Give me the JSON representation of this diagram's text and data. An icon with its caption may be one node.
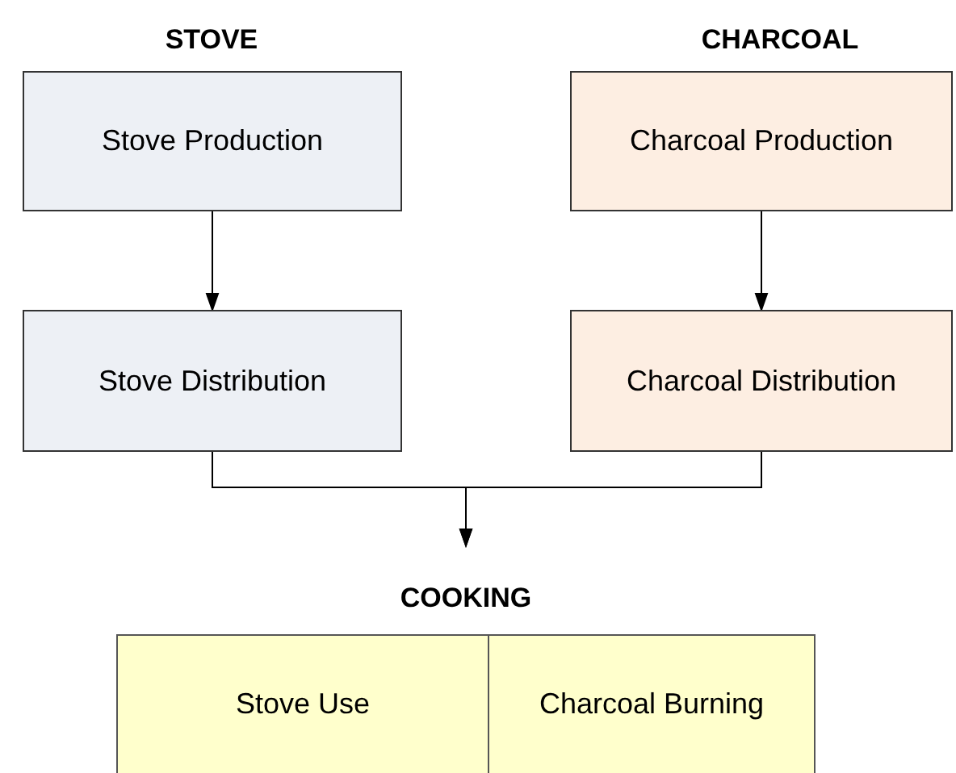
{
  "diagram": {
    "nodes": [
      {
        "text": [
          "Stove Production"
        ]
      },
      {
        "text": [
          "Stove Distribution"
        ]
      },
      {
        "text": [
          "Charcoal Production"
        ]
      },
      {
        "text": [
          "Charcoal Distribution"
        ]
      },
      {
        "text": [
          "COOKING"
        ]
      },
      {
        "text": [
          "Stove Use"
        ],
        "in": 4
      },
      {
        "text": [
          "Charcoal Burning"
        ],
        "in": 4
      }
    ],
    "edges": [
      {
        "from": 0,
        "to": 1,
        "arrow": "to"
      },
      {
        "from": 2,
        "to": 3,
        "arrow": "to"
      },
      {
        "from": 1,
        "to": 4,
        "arrow": "to"
      },
      {
        "from": 3,
        "to": 4,
        "arrow": "to"
      }
    ],
    "labels": [
      "STOVE",
      "CHARCOAL"
    ]
  }
}
